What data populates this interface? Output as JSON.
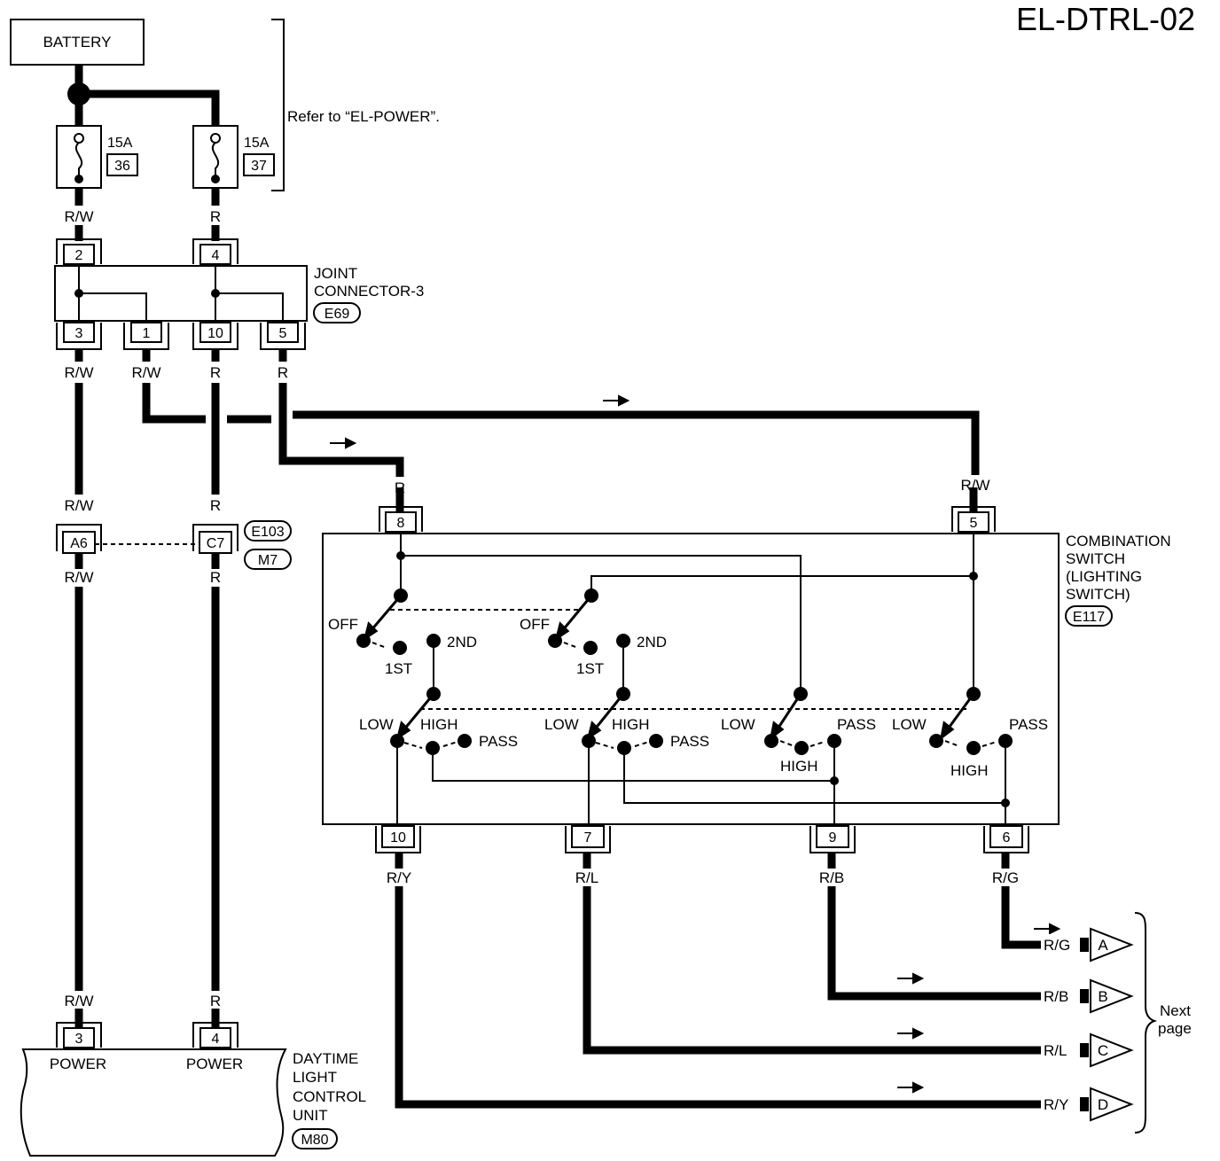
{
  "page_code": "EL-DTRL-02",
  "battery": "BATTERY",
  "refer_note": "Refer to “EL-POWER”.",
  "fuses": [
    {
      "rating": "15A",
      "number": "36"
    },
    {
      "rating": "15A",
      "number": "37"
    }
  ],
  "joint_connector": {
    "name_line1": "JOINT",
    "name_line2": "CONNECTOR-3",
    "id": "E69",
    "pins": [
      "2",
      "4",
      "3",
      "1",
      "10",
      "5"
    ]
  },
  "wire_colors": {
    "rw": "R/W",
    "r": "R",
    "ry": "R/Y",
    "rl": "R/L",
    "rb": "R/B",
    "rg": "R/G"
  },
  "inline_connector": {
    "pin_a": "A6",
    "pin_c": "C7",
    "ids": [
      "E103",
      "M7"
    ]
  },
  "combination_switch": {
    "name_lines": [
      "COMBINATION",
      "SWITCH",
      "(LIGHTING",
      "SWITCH)"
    ],
    "id": "E117",
    "pins": [
      "8",
      "5",
      "10",
      "7",
      "9",
      "6"
    ],
    "positions": {
      "off": "OFF",
      "first": "1ST",
      "second": "2ND",
      "low": "LOW",
      "high": "HIGH",
      "pass": "PASS"
    }
  },
  "control_unit": {
    "name_lines": [
      "DAYTIME",
      "LIGHT",
      "CONTROL",
      "UNIT"
    ],
    "id": "M80",
    "pins": [
      "3",
      "4"
    ],
    "pin_label": "POWER"
  },
  "next_page": {
    "line1": "Next",
    "line2": "page",
    "connectors": [
      "A",
      "B",
      "C",
      "D"
    ]
  }
}
